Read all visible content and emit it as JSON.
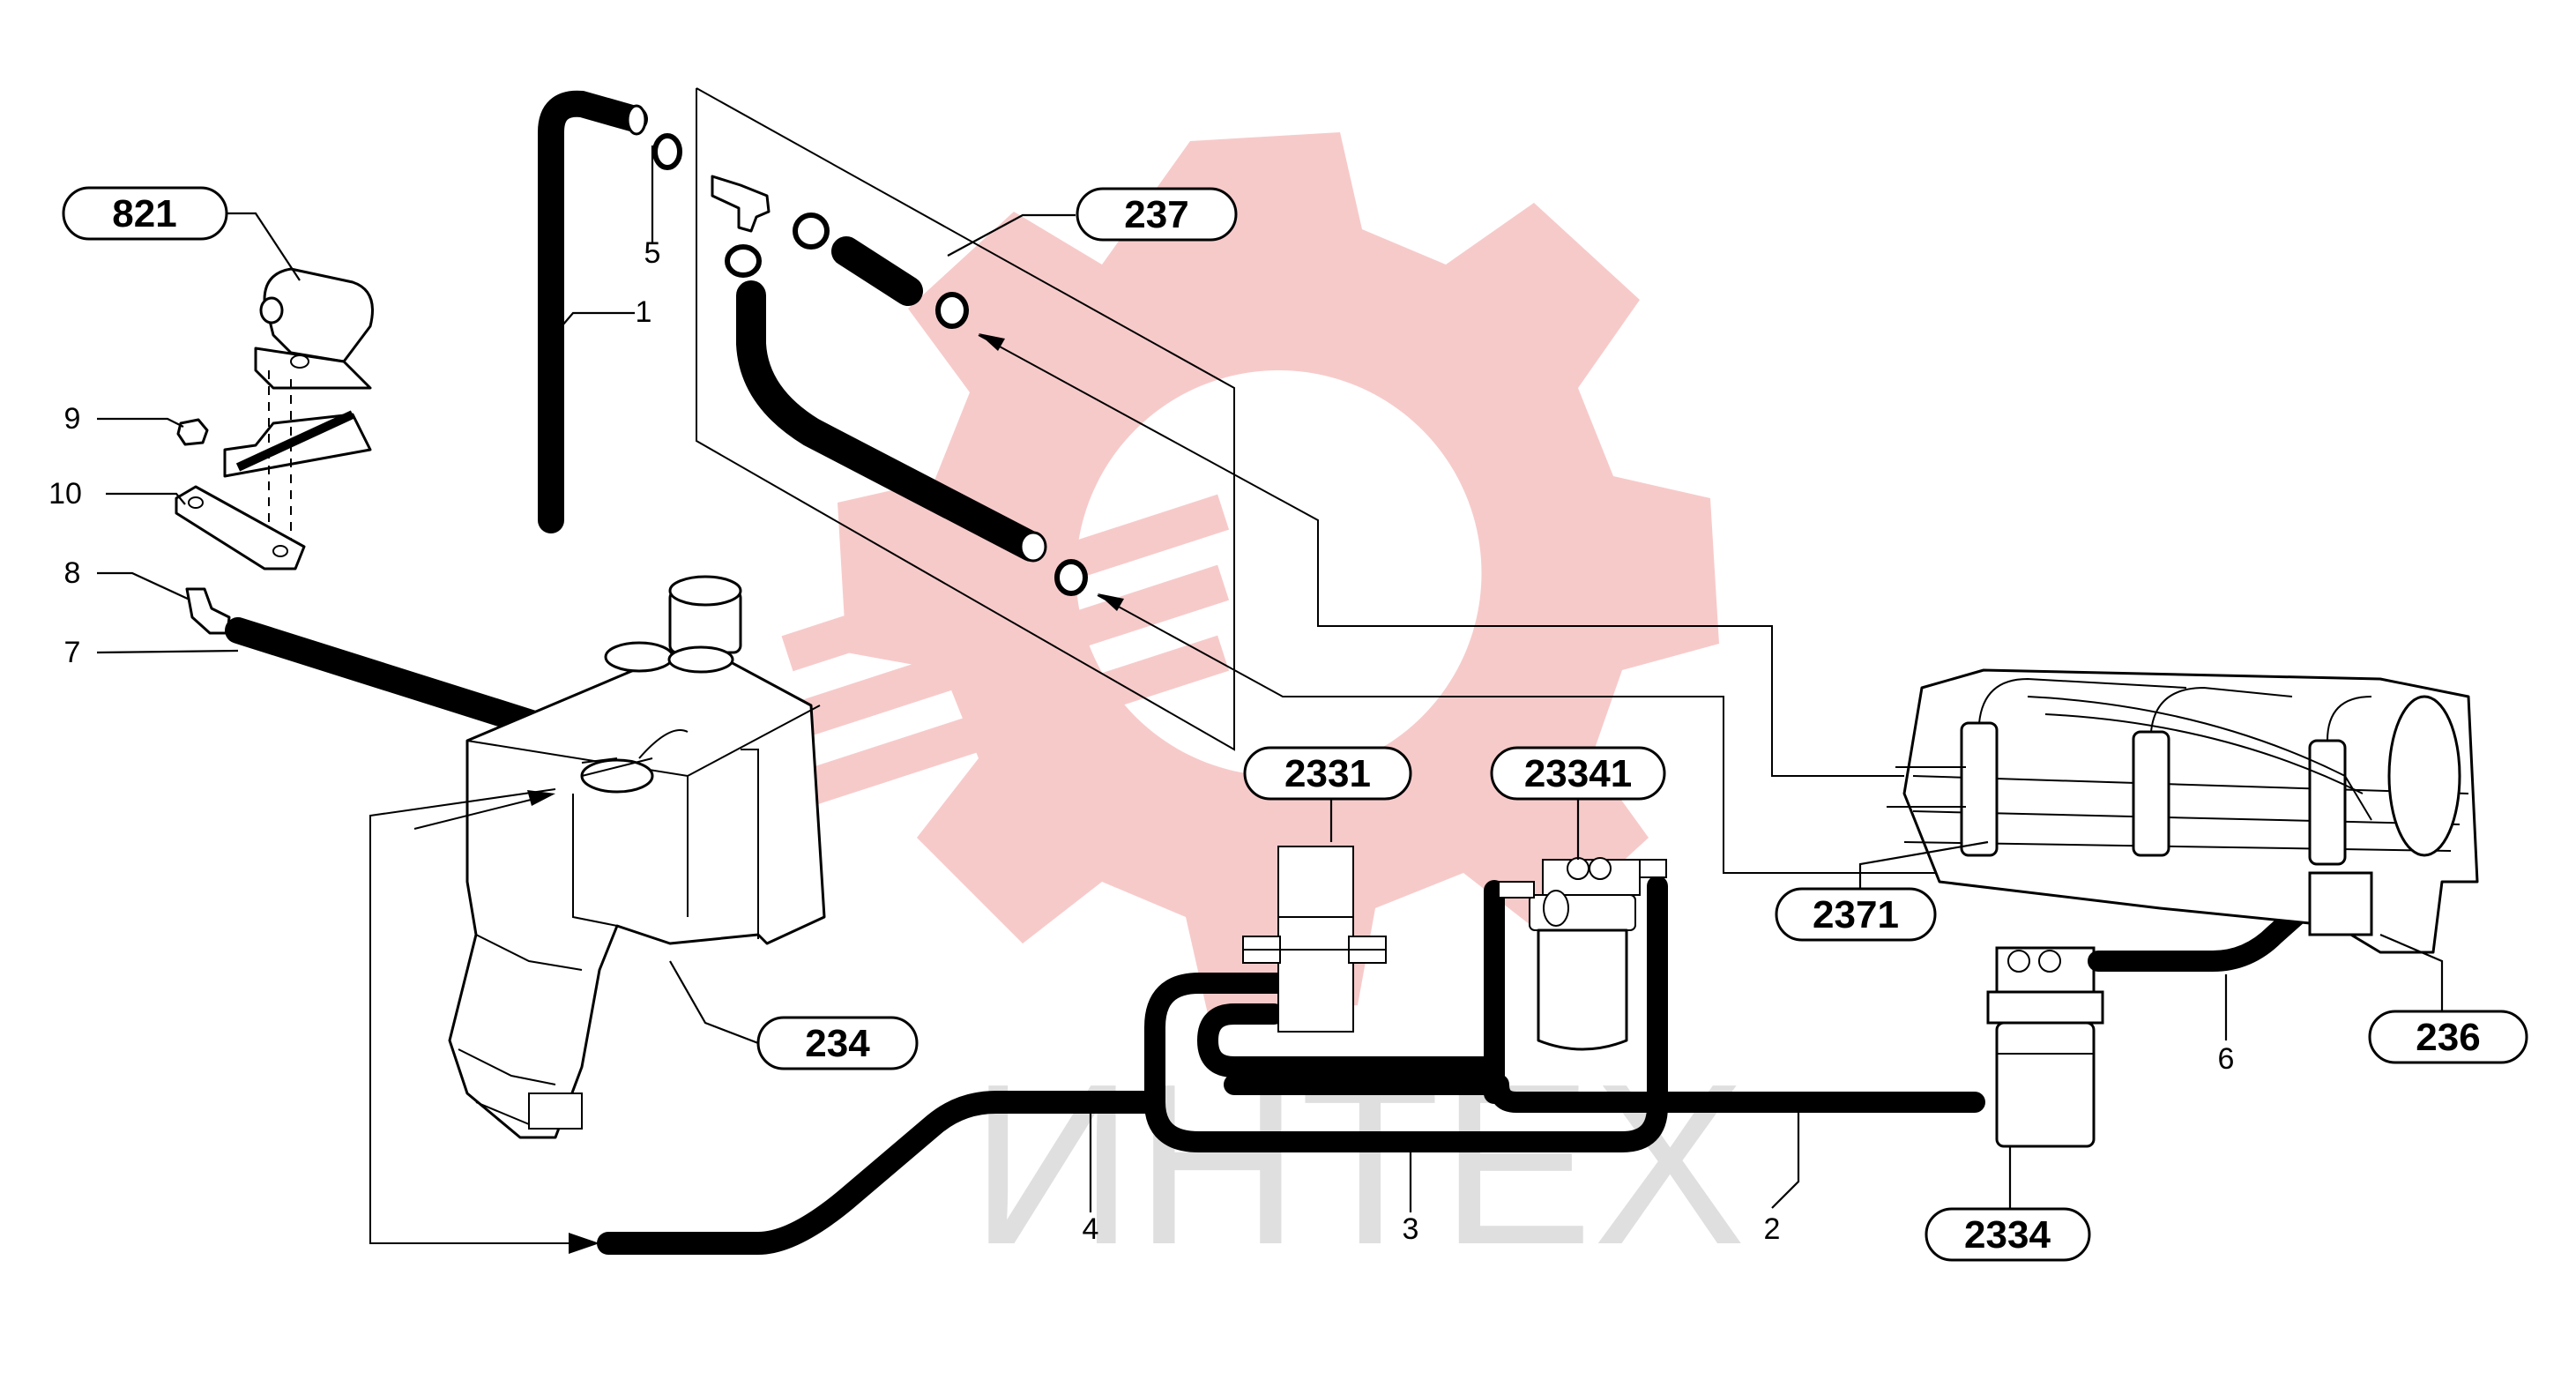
{
  "labels": {
    "l821": "821",
    "l237": "237",
    "l234": "234",
    "l2331": "2331",
    "l23341": "23341",
    "l2371": "2371",
    "l236": "236",
    "l2334": "2334",
    "n1": "1",
    "n2": "2",
    "n3": "3",
    "n4": "4",
    "n5": "5",
    "n6": "6",
    "n7": "7",
    "n8": "8",
    "n9": "9",
    "n10": "10"
  },
  "watermark": {
    "text": "ИНТЕХ",
    "gear_color": "#f6b8b8",
    "text_color": "#d9d9d9"
  },
  "colors": {
    "line": "#000000",
    "background": "#ffffff"
  }
}
